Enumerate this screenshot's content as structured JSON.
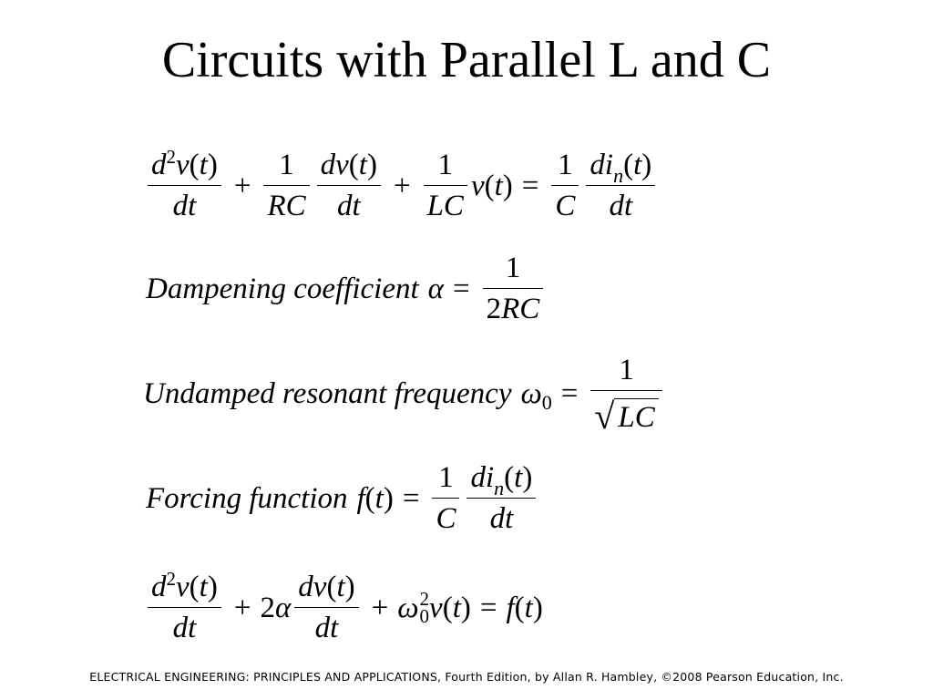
{
  "slide": {
    "title": "Circuits with Parallel L and C",
    "footer": "ELECTRICAL ENGINEERING: PRINCIPLES AND APPLICATIONS, Fourth Edition, by Allan R. Hambley, ©2008 Pearson Education, Inc."
  },
  "labels": {
    "damping": "Dampening coefficient",
    "resonant": "Undamped resonant frequency",
    "forcing": "Forcing function"
  }
}
